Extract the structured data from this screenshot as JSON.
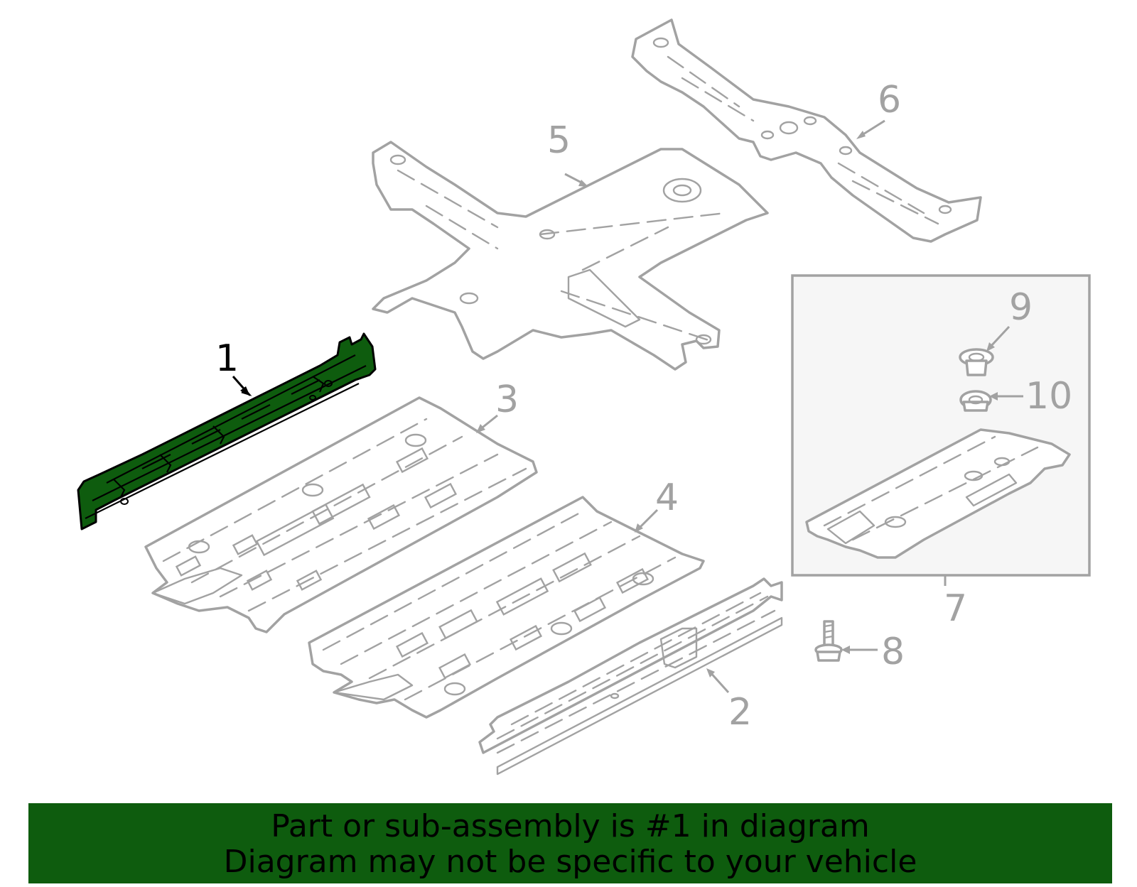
{
  "diagram": {
    "highlighted_part": "1",
    "highlight_color": "#0e5c0e",
    "outline_color": "#a2a2a2",
    "callouts": {
      "c1": "1",
      "c2": "2",
      "c3": "3",
      "c4": "4",
      "c5": "5",
      "c6": "6",
      "c7": "7",
      "c8": "8",
      "c9": "9",
      "c10": "10"
    }
  },
  "banner": {
    "line1": "Part or sub-assembly is #1 in diagram",
    "line2": "Diagram may not be specific to your vehicle"
  }
}
